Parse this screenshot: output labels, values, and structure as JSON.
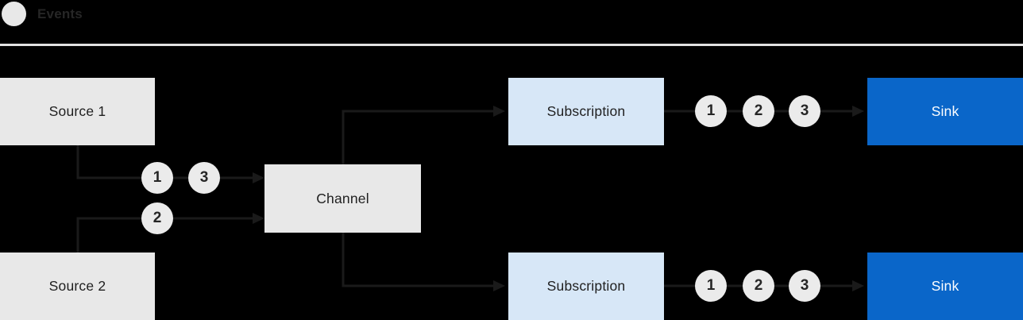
{
  "legend": {
    "label": "Events",
    "swatch_color": "#e8e8e8"
  },
  "colors": {
    "background": "#000000",
    "divider": "#e2e2e2",
    "node_gray": "#e8e8e8",
    "node_light_blue": "#d7e7f7",
    "node_blue": "#0a66c9",
    "wire": "#1a1a1a",
    "text_dark": "#1f1f1f",
    "sink_text": "#ffffff"
  },
  "nodes": {
    "source1": {
      "label": "Source 1"
    },
    "source2": {
      "label": "Source 2"
    },
    "channel": {
      "label": "Channel"
    },
    "subscription_top": {
      "label": "Subscription"
    },
    "subscription_bottom": {
      "label": "Subscription"
    },
    "sink_top": {
      "label": "Sink"
    },
    "sink_bottom": {
      "label": "Sink"
    }
  },
  "flows": {
    "source1_to_channel": {
      "badges": [
        "1",
        "3"
      ]
    },
    "source2_to_channel": {
      "badges": [
        "2"
      ]
    },
    "subscription_top_to_sink": {
      "badges": [
        "1",
        "2",
        "3"
      ]
    },
    "subscription_bottom_to_sink": {
      "badges": [
        "1",
        "2",
        "3"
      ]
    }
  }
}
